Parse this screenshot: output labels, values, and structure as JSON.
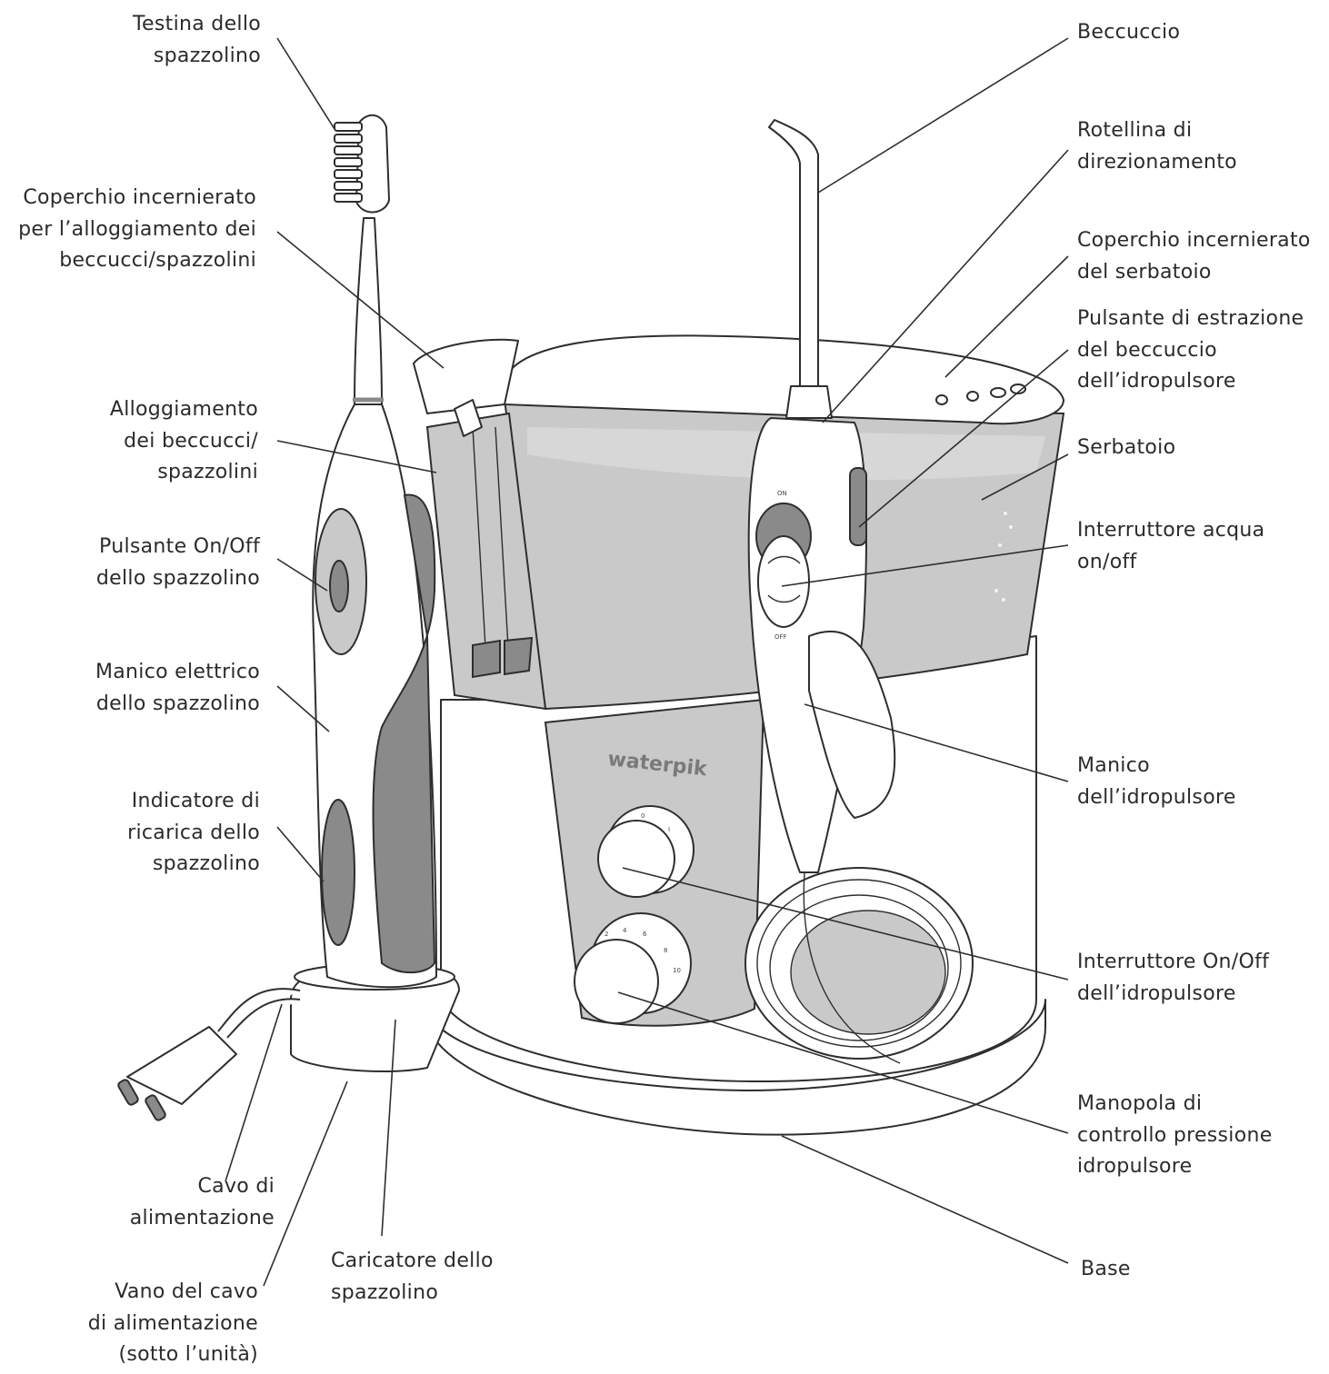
{
  "brand_logo": "waterpik",
  "switch_marks": {
    "on": "ON",
    "off": "OFF"
  },
  "labels_left": {
    "testina": "Testina dello\nspazzolino",
    "coperchio_alloggiamento": "Coperchio incernierato\nper l’alloggiamento dei\nbeccucci/spazzolini",
    "alloggiamento": "Alloggiamento\ndei beccucci/\nspazzolini",
    "pulsante_spazzolino": "Pulsante On/Off\ndello spazzolino",
    "manico_elettrico": "Manico elettrico\ndello spazzolino",
    "indicatore_ricarica": "Indicatore di\nricarica dello\nspazzolino",
    "cavo": "Cavo di\nalimentazione",
    "vano_cavo": "Vano del cavo\ndi alimentazione\n(sotto l’unità)",
    "caricatore": "Caricatore dello\nspazzolino"
  },
  "labels_right": {
    "beccuccio": "Beccuccio",
    "rotellina": "Rotellina di\ndirezionamento",
    "coperchio_serbatoio": "Coperchio incernierato\ndel serbatoio",
    "pulsante_estrazione": "Pulsante di estrazione\ndel beccuccio\ndell’idropulsore",
    "serbatoio": "Serbatoio",
    "interruttore_acqua": "Interruttore acqua\non/off",
    "manico_idropulsore": "Manico\ndell’idropulsore",
    "interruttore_idropulsore": "Interruttore On/Off\ndell’idropulsore",
    "manopola": "Manopola di\ncontrollo pressione\nidropulsore",
    "base": "Base"
  },
  "dial_scale": [
    "2",
    "4",
    "6",
    "8",
    "10"
  ],
  "power_dial_marks": [
    "0",
    "I"
  ]
}
